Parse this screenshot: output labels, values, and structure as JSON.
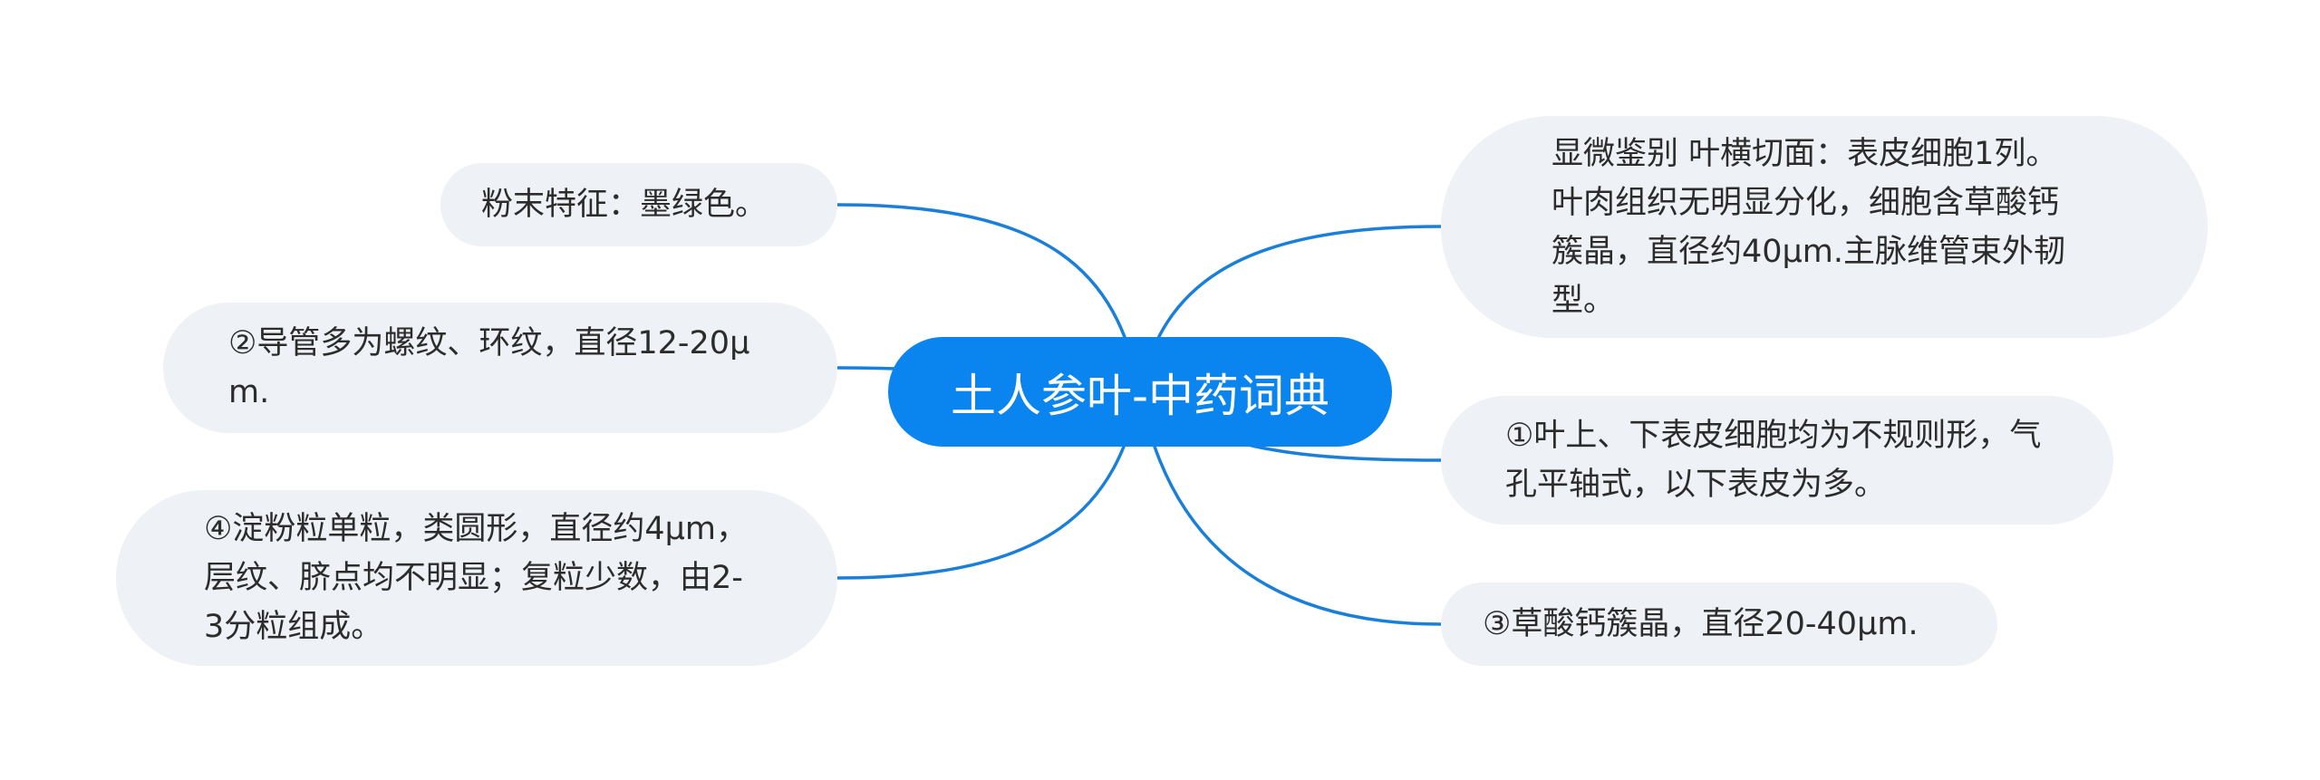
{
  "mindmap": {
    "central_topic": "土人参叶-中药词典",
    "branches": [
      {
        "text": "粉末特征：墨绿色。"
      },
      {
        "text": "②导管多为螺纹、环纹，直径12-20μm."
      },
      {
        "text": "④淀粉粒单粒，类圆形，直径约4μm，层纹、脐点均不明显；复粒少数，由2-3分粒组成。"
      },
      {
        "text": "显微鉴别 叶横切面：表皮细胞1列。叶肉组织无明显分化，细胞含草酸钙簇晶，直径约40μm.主脉维管束外韧型。"
      },
      {
        "text": "①叶上、下表皮细胞均为不规则形，气孔平轴式，以下表皮为多。"
      },
      {
        "text": "③草酸钙簇晶，直径20-40μm."
      }
    ],
    "colors": {
      "central_fill": "#0a84ee",
      "connector": "#1a7fd9",
      "node_fill": "#eef1f5",
      "node_text": "#2c2c2c"
    }
  }
}
